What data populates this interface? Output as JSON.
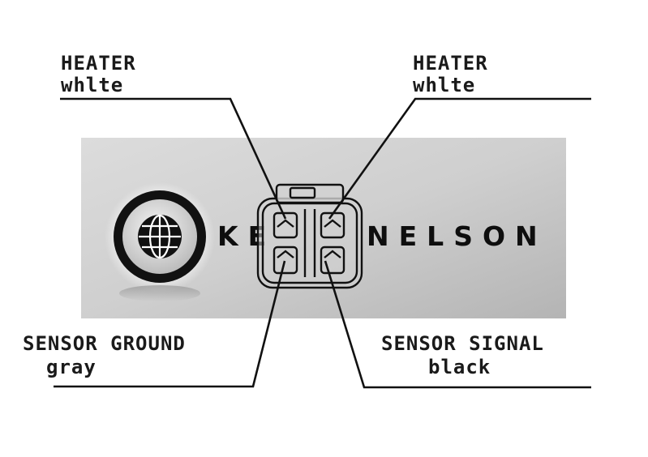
{
  "banner": {
    "brand_left": "KE",
    "brand_right": "NELSON"
  },
  "pins": {
    "top_left": {
      "function": "HEATER",
      "color": "whlte"
    },
    "top_right": {
      "function": "HEATER",
      "color": "whlte"
    },
    "bottom_left": {
      "function": "SENSOR GROUND",
      "color": "gray"
    },
    "bottom_right": {
      "function": "SENSOR SIGNAL",
      "color": "black"
    }
  },
  "icons": {
    "logo": "globe-icon",
    "connector": "connector-icon"
  },
  "colors": {
    "background": "#ffffff",
    "banner_light": "#e0e0e0",
    "banner_dark": "#a8a8a8",
    "line": "#111111"
  }
}
